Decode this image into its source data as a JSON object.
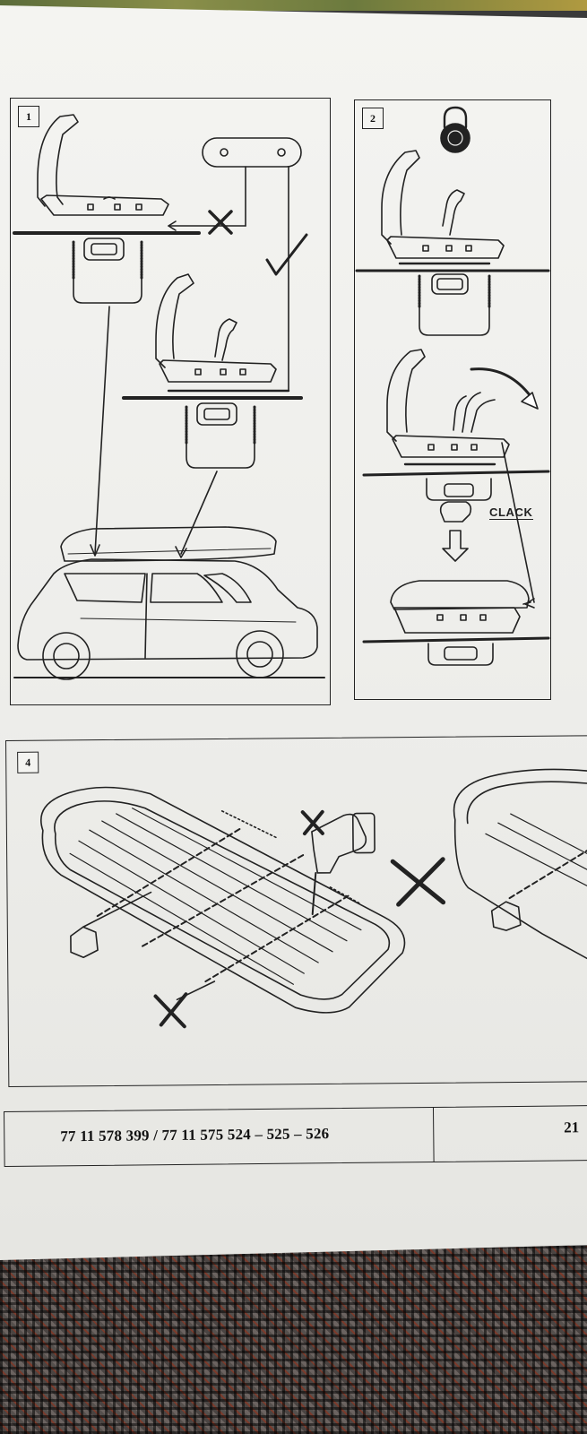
{
  "steps": {
    "step1": "1",
    "step2": "2",
    "step4": "4"
  },
  "clack_label": "CLACK",
  "footer": {
    "part_numbers": "77 11 578 399 / 77 11 575 524 – 525 – 526",
    "next_code": "21"
  },
  "icons": [
    "combination-lock-icon",
    "check-mark-icon",
    "cross-mark-icon",
    "drill-icon",
    "curved-arrow-icon"
  ],
  "colors": {
    "paper": "#f1f1ee",
    "ink": "#222222",
    "fabric": "#5a5350"
  }
}
